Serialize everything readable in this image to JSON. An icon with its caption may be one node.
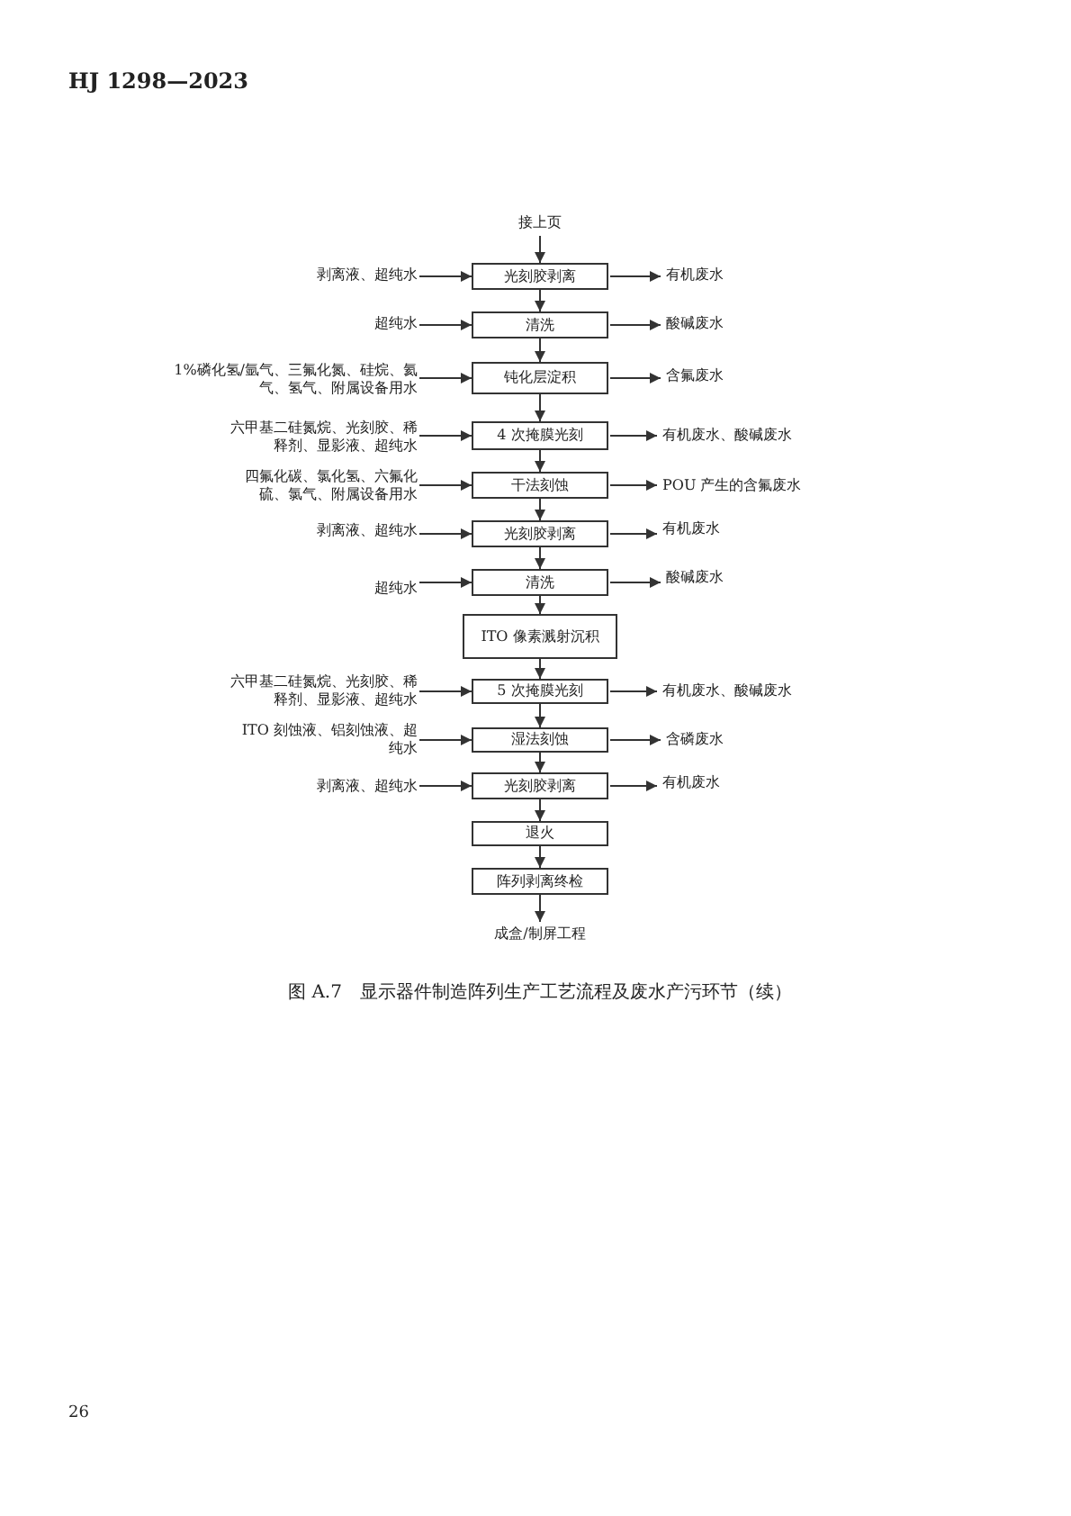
{
  "diagram": {
    "caption": "图 A.7　显示器件制造阵列生产工艺流程及废水产污环节（续）",
    "nodes": [
      {
        "text": [
          "接上页"
        ]
      },
      {
        "text": [
          "光刻胶剥离"
        ]
      },
      {
        "text": [
          "清洗"
        ]
      },
      {
        "text": [
          "钝化层淀积"
        ]
      },
      {
        "text": [
          "4 次掩膜光刻"
        ]
      },
      {
        "text": [
          "干法刻蚀"
        ]
      },
      {
        "text": [
          "光刻胶剥离"
        ]
      },
      {
        "text": [
          "清洗"
        ]
      },
      {
        "text": [
          "ITO 像素溅射沉积"
        ]
      },
      {
        "text": [
          "5 次掩膜光刻"
        ]
      },
      {
        "text": [
          "湿法刻蚀"
        ]
      },
      {
        "text": [
          "光刻胶剥离"
        ]
      },
      {
        "text": [
          "退火"
        ]
      },
      {
        "text": [
          "阵列剥离终检"
        ]
      },
      {
        "text": [
          "成盒/制屏工程"
        ]
      },
      {
        "text": [
          "剥离液、超纯水"
        ]
      },
      {
        "text": [
          "超纯水"
        ]
      },
      {
        "text": [
          "1%磷化氢/氩气、三氟化氮、硅烷、氦气、氢气、附属设备用水"
        ]
      },
      {
        "text": [
          "六甲基二硅氮烷、光刻胶、稀释剂、显影液、超纯水"
        ]
      },
      {
        "text": [
          "四氟化碳、氯化氢、六氟化硫、氯气、附属设备用水"
        ]
      },
      {
        "text": [
          "剥离液、超纯水"
        ]
      },
      {
        "text": [
          "超纯水"
        ]
      },
      {
        "text": [
          "六甲基二硅氮烷、光刻胶、稀释剂、显影液、超纯水"
        ]
      },
      {
        "text": [
          "ITO 刻蚀液、铝刻蚀液、超纯水"
        ]
      },
      {
        "text": [
          "剥离液、超纯水"
        ]
      },
      {
        "text": [
          "有机废水"
        ]
      },
      {
        "text": [
          "酸碱废水"
        ]
      },
      {
        "text": [
          "含氟废水"
        ]
      },
      {
        "text": [
          "有机废水、酸碱废水"
        ]
      },
      {
        "text": [
          "POU 产生的含氟废水"
        ]
      },
      {
        "text": [
          "有机废水"
        ]
      },
      {
        "text": [
          "酸碱废水"
        ]
      },
      {
        "text": [
          "有机废水、酸碱废水"
        ]
      },
      {
        "text": [
          "含磷废水"
        ]
      },
      {
        "text": [
          "有机废水"
        ]
      }
    ],
    "edges": [
      {
        "from": 0,
        "to": 1,
        "arrow": "to"
      },
      {
        "from": 1,
        "to": 2,
        "arrow": "to"
      },
      {
        "from": 2,
        "to": 3,
        "arrow": "to"
      },
      {
        "from": 3,
        "to": 4,
        "arrow": "to"
      },
      {
        "from": 4,
        "to": 5,
        "arrow": "to"
      },
      {
        "from": 5,
        "to": 6,
        "arrow": "to"
      },
      {
        "from": 6,
        "to": 7,
        "arrow": "to"
      },
      {
        "from": 7,
        "to": 8,
        "arrow": "to"
      },
      {
        "from": 8,
        "to": 9,
        "arrow": "to"
      },
      {
        "from": 9,
        "to": 10,
        "arrow": "to"
      },
      {
        "from": 10,
        "to": 11,
        "arrow": "to"
      },
      {
        "from": 11,
        "to": 12,
        "arrow": "to"
      },
      {
        "from": 12,
        "to": 13,
        "arrow": "to"
      },
      {
        "from": 13,
        "to": 14,
        "arrow": "to"
      },
      {
        "from": 15,
        "to": 1,
        "arrow": "to"
      },
      {
        "from": 16,
        "to": 2,
        "arrow": "to"
      },
      {
        "from": 17,
        "to": 3,
        "arrow": "to"
      },
      {
        "from": 18,
        "to": 4,
        "arrow": "to"
      },
      {
        "from": 19,
        "to": 5,
        "arrow": "to"
      },
      {
        "from": 20,
        "to": 6,
        "arrow": "to"
      },
      {
        "from": 21,
        "to": 7,
        "arrow": "to"
      },
      {
        "from": 22,
        "to": 9,
        "arrow": "to"
      },
      {
        "from": 23,
        "to": 10,
        "arrow": "to"
      },
      {
        "from": 24,
        "to": 11,
        "arrow": "to"
      },
      {
        "from": 1,
        "to": 25,
        "arrow": "to"
      },
      {
        "from": 2,
        "to": 26,
        "arrow": "to"
      },
      {
        "from": 3,
        "to": 27,
        "arrow": "to"
      },
      {
        "from": 4,
        "to": 28,
        "arrow": "to"
      },
      {
        "from": 5,
        "to": 29,
        "arrow": "to"
      },
      {
        "from": 6,
        "to": 30,
        "arrow": "to"
      },
      {
        "from": 7,
        "to": 31,
        "arrow": "to"
      },
      {
        "from": 9,
        "to": 32,
        "arrow": "to"
      },
      {
        "from": 10,
        "to": 33,
        "arrow": "to"
      },
      {
        "from": 11,
        "to": 34,
        "arrow": "to"
      }
    ],
    "labels": [
      "HJ 1298—2023",
      "26"
    ]
  }
}
